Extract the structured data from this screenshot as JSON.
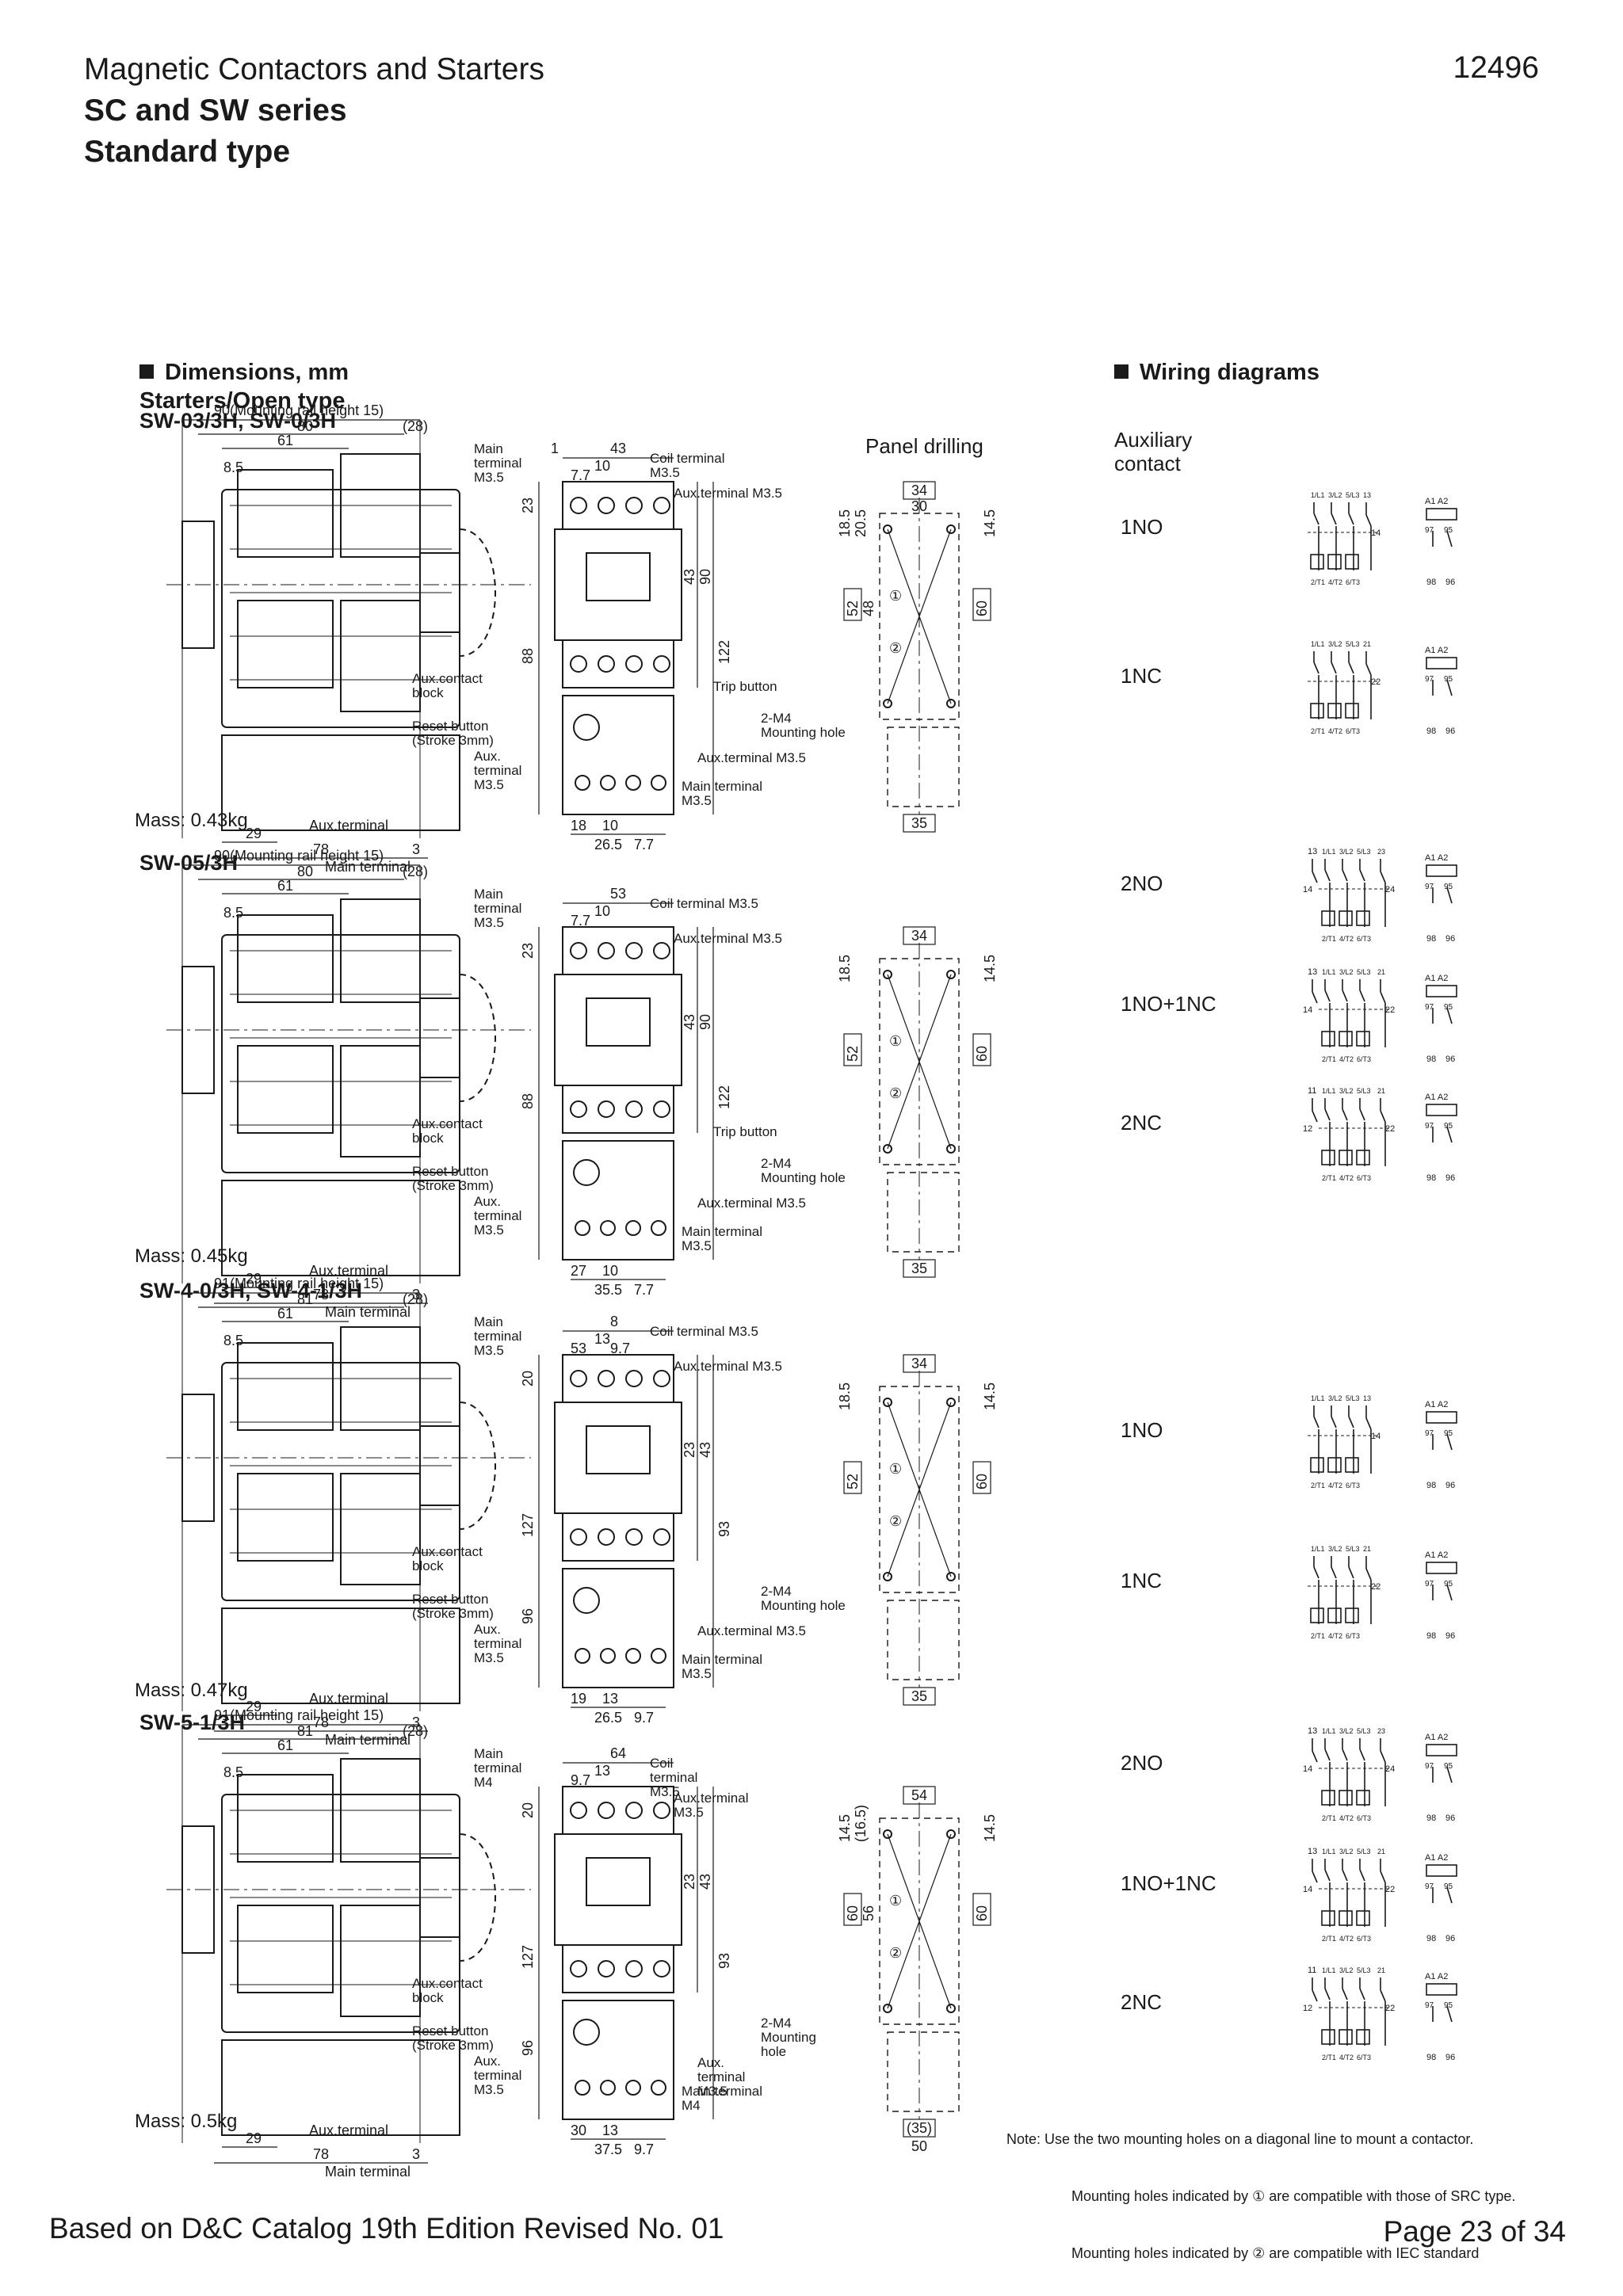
{
  "header": {
    "title_line1": "Magnetic Contactors and Starters",
    "title_line2": "SC and SW series",
    "title_line3": "Standard type",
    "doc_number": "12496"
  },
  "dimensions": {
    "title": "Dimensions, mm",
    "subtitle": "Starters/Open type",
    "panel_drilling_label": "Panel drilling",
    "models": [
      {
        "name": "SW-03/3H, SW-0/3H",
        "mass": "Mass: 0.43kg",
        "side": {
          "rail": "90(Mounting rail height 15)",
          "w1": "80",
          "w2": "(28)",
          "w3": "61",
          "w4": "8.5",
          "b1": "29",
          "b2": "78",
          "b3": "3"
        },
        "front": {
          "top1": "1",
          "top2": "43",
          "top3": "10",
          "top4": "7.7",
          "v1": "23",
          "v2": "43",
          "v3": "90",
          "v4": "122",
          "v5": "88",
          "b1": "18",
          "b2": "10",
          "b3": "26.5",
          "b4": "7.7"
        },
        "labels": {
          "main_terminal": "Main\nterminal\nM3.5",
          "coil_terminal": "Coil terminal\nM3.5",
          "aux_terminal_top": "Aux.terminal M3.5",
          "aux_contact": "Aux.contact\nblock",
          "reset": "Reset button\n(Stroke 3mm)",
          "aux_terminal_low": "Aux.\nterminal\nM3.5",
          "trip": "Trip button",
          "mounting": "2-M4\nMounting hole",
          "aux_terminal_right": "Aux.terminal M3.5",
          "main_terminal_right": "Main terminal\nM3.5",
          "side_aux": "Aux.terminal",
          "side_main": "Main terminal"
        },
        "panel": {
          "top": "34",
          "top2": "30",
          "v1": "18.5",
          "v2": "20.5",
          "v3": "14.5",
          "v4": "52",
          "v5": "48",
          "v6": "60",
          "bottom": "35"
        }
      },
      {
        "name": "SW-05/3H",
        "mass": "Mass: 0.45kg",
        "side": {
          "rail": "90(Mounting rail height 15)",
          "w1": "80",
          "w2": "(28)",
          "w3": "61",
          "w4": "8.5",
          "b1": "29",
          "b2": "78",
          "b3": "3"
        },
        "front": {
          "top1": "53",
          "top2": "10",
          "top3": "7.7",
          "v1": "23",
          "v2": "43",
          "v3": "90",
          "v4": "122",
          "v5": "88",
          "b1": "27",
          "b2": "10",
          "b3": "35.5",
          "b4": "7.7"
        },
        "labels": {
          "main_terminal": "Main\nterminal\nM3.5",
          "coil_terminal": "Coil terminal M3.5",
          "aux_terminal_top": "Aux.terminal M3.5",
          "aux_contact": "Aux.contact\nblock",
          "reset": "Reset button\n(Stroke 3mm)",
          "aux_terminal_low": "Aux.\nterminal\nM3.5",
          "trip": "Trip button",
          "mounting": "2-M4\nMounting hole",
          "aux_terminal_right": "Aux.terminal M3.5",
          "main_terminal_right": "Main terminal\nM3.5",
          "side_aux": "Aux.terminal",
          "side_main": "Main terminal"
        },
        "panel": {
          "top": "34",
          "v1": "18.5",
          "v3": "14.5",
          "v4": "52",
          "v6": "60",
          "bottom": "35"
        }
      },
      {
        "name": "SW-4-0/3H, SW-4-1/3H",
        "mass": "Mass: 0.47kg",
        "side": {
          "rail": "91(Mounting rail height 15)",
          "w1": "81",
          "w2": "(28)",
          "w3": "61",
          "w4": "8.5",
          "b1": "29",
          "b2": "78",
          "b3": "3"
        },
        "front": {
          "top1": "8",
          "top2": "13",
          "top3": "53",
          "top4": "9.7",
          "v1": "20",
          "v2": "23",
          "v3": "43",
          "v4": "93",
          "v5": "127",
          "v6": "96",
          "b1": "19",
          "b2": "13",
          "b3": "26.5",
          "b4": "9.7"
        },
        "labels": {
          "main_terminal": "Main\nterminal\nM3.5",
          "coil_terminal": "Coil terminal M3.5",
          "aux_terminal_top": "Aux.terminal M3.5",
          "aux_contact": "Aux.contact\nblock",
          "reset": "Reset button\n(Stroke 3mm)",
          "aux_terminal_low": "Aux.\nterminal\nM3.5",
          "mounting": "2-M4\nMounting hole",
          "aux_terminal_right": "Aux.terminal M3.5",
          "main_terminal_right": "Main terminal\nM3.5",
          "side_aux": "Aux.terminal",
          "side_main": "Main terminal"
        },
        "panel": {
          "top": "34",
          "v1": "18.5",
          "v3": "14.5",
          "v4": "52",
          "v6": "60",
          "bottom": "35"
        }
      },
      {
        "name": "SW-5-1/3H",
        "mass": "Mass: 0.5kg",
        "side": {
          "rail": "91(Mounting rail height 15)",
          "w1": "81",
          "w2": "(28)",
          "w3": "61",
          "w4": "8.5",
          "b1": "29",
          "b2": "78",
          "b3": "3"
        },
        "front": {
          "top1": "64",
          "top2": "13",
          "top3": "9.7",
          "v1": "20",
          "v2": "23",
          "v3": "43",
          "v4": "93",
          "v5": "127",
          "v6": "96",
          "b1": "30",
          "b2": "13",
          "b3": "37.5",
          "b4": "9.7"
        },
        "labels": {
          "main_terminal": "Main\nterminal\nM4",
          "coil_terminal": "Coil\nterminal\nM3.5",
          "aux_terminal_top": "Aux.terminal\nM3.5",
          "aux_contact": "Aux.contact\nblock",
          "reset": "Reset button\n(Stroke 3mm)",
          "aux_terminal_low": "Aux.\nterminal\nM3.5",
          "mounting": "2-M4\nMounting\nhole",
          "aux_terminal_right": "Aux.\nterminal\nM3.5",
          "main_terminal_right": "Main terminal\nM4",
          "side_aux": "Aux.terminal",
          "side_main": "Main terminal"
        },
        "panel": {
          "top": "54",
          "v1": "14.5",
          "v2": "(16.5)",
          "v3": "14.5",
          "v4": "60",
          "v5": "56",
          "v6": "60",
          "bottom": "(35)",
          "bottom2": "50"
        }
      }
    ]
  },
  "wiring": {
    "title": "Wiring diagrams",
    "aux_label": "Auxiliary\ncontact",
    "diagrams": [
      {
        "label": "1NO",
        "aux": "13",
        "aux_lo": "14"
      },
      {
        "label": "1NC",
        "aux": "21",
        "aux_lo": "22"
      },
      {
        "label": "2NO",
        "aux": "13",
        "aux_lo": "14",
        "aux2": "23",
        "aux2_lo": "24"
      },
      {
        "label": "1NO+1NC",
        "aux": "13",
        "aux_lo": "14",
        "aux2": "21",
        "aux2_lo": "22"
      },
      {
        "label": "2NC",
        "aux": "11",
        "aux_lo": "12",
        "aux2": "21",
        "aux2_lo": "22"
      },
      {
        "label": "1NO",
        "aux": "13",
        "aux_lo": "14"
      },
      {
        "label": "1NC",
        "aux": "21",
        "aux_lo": "22"
      },
      {
        "label": "2NO",
        "aux": "13",
        "aux_lo": "14",
        "aux2": "23",
        "aux2_lo": "24"
      },
      {
        "label": "1NO+1NC",
        "aux": "13",
        "aux_lo": "14",
        "aux2": "21",
        "aux2_lo": "22"
      },
      {
        "label": "2NC",
        "aux": "11",
        "aux_lo": "12",
        "aux2": "21",
        "aux2_lo": "22"
      }
    ],
    "terms": {
      "l1": "1/L1",
      "l2": "3/L2",
      "l3": "5/L3",
      "t1": "2/T1",
      "t2": "4/T2",
      "t3": "6/T3",
      "a": "A1  A2",
      "t97": "97",
      "t95": "95",
      "t98": "98",
      "t96": "96"
    }
  },
  "note": {
    "line1": "Note: Use the two mounting holes on a diagonal line to mount a contactor.",
    "line2": "Mounting holes indicated by ① are compatible with those of SRC type.",
    "line3": "Mounting holes indicated by ② are compatible with IEC standard"
  },
  "footer": {
    "left": "Based on D&C Catalog 19th Edition Revised No. 01",
    "right": "Page 23 of 34"
  }
}
